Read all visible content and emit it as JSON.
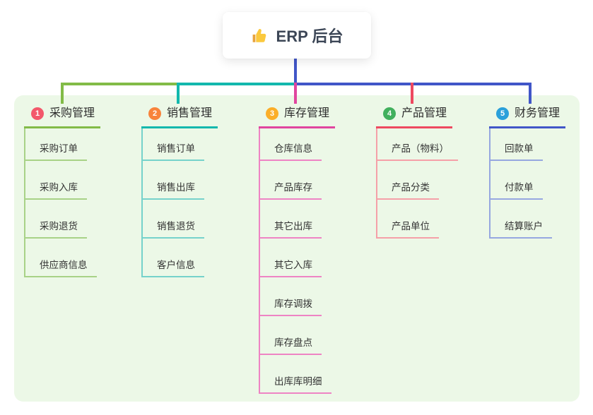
{
  "root": {
    "icon": "thumbs-up",
    "label": "ERP 后台"
  },
  "colors": {
    "canvas_background": "#ffffff",
    "panel_background": "#ecf8e7",
    "root_connector": "#4156c8",
    "text": "#333333"
  },
  "branches": [
    {
      "index": "1",
      "label": "采购管理",
      "badge_color": "#f3586b",
      "line_color": "#82bb47",
      "child_line_color": "#a8d287",
      "children": [
        "采购订单",
        "采购入库",
        "采购退货",
        "供应商信息"
      ]
    },
    {
      "index": "2",
      "label": "销售管理",
      "badge_color": "#f8833b",
      "line_color": "#12b8ad",
      "child_line_color": "#76d2cb",
      "children": [
        "销售订单",
        "销售出库",
        "销售退货",
        "客户信息"
      ]
    },
    {
      "index": "3",
      "label": "库存管理",
      "badge_color": "#fbae29",
      "line_color": "#e0459f",
      "child_line_color": "#ee84c4",
      "children": [
        "仓库信息",
        "产品库存",
        "其它出库",
        "其它入库",
        "库存调拨",
        "库存盘点",
        "出库库明细"
      ]
    },
    {
      "index": "4",
      "label": "产品管理",
      "badge_color": "#41b05d",
      "line_color": "#ee4960",
      "child_line_color": "#f5a0a8",
      "children": [
        "产品（物料）",
        "产品分类",
        "产品单位"
      ]
    },
    {
      "index": "5",
      "label": "财务管理",
      "badge_color": "#2aa0da",
      "line_color": "#4156c8",
      "child_line_color": "#96a7e0",
      "children": [
        "回款单",
        "付款单",
        "结算账户"
      ]
    }
  ]
}
